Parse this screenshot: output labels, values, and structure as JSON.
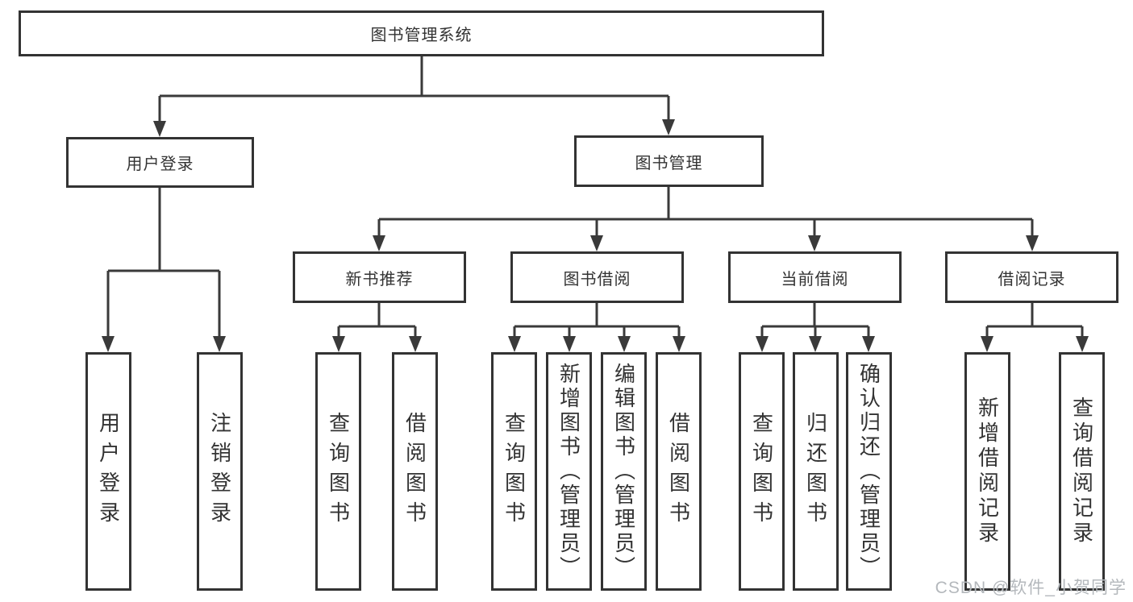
{
  "diagram": {
    "title": "图书管理系统",
    "branches": [
      {
        "label": "用户登录",
        "leaves": [
          "用户登录",
          "注销登录"
        ]
      },
      {
        "label": "图书管理",
        "sections": [
          {
            "label": "新书推荐",
            "leaves": [
              "查询图书",
              "借阅图书"
            ]
          },
          {
            "label": "图书借阅",
            "leaves": [
              "查询图书",
              "新增图书（管理员）",
              "编辑图书（管理员）",
              "借阅图书"
            ]
          },
          {
            "label": "当前借阅",
            "leaves": [
              "查询图书",
              "归还图书",
              "确认归还（管理员）"
            ]
          },
          {
            "label": "借阅记录",
            "leaves": [
              "新增借阅记录",
              "查询借阅记录"
            ]
          }
        ]
      }
    ]
  },
  "watermark": "CSDN @软件_小贺同学",
  "colors": {
    "line": "#3a3a3a",
    "box_border": "#333333",
    "text": "#333333",
    "watermark": "#b4b8bc",
    "background": "#ffffff"
  }
}
